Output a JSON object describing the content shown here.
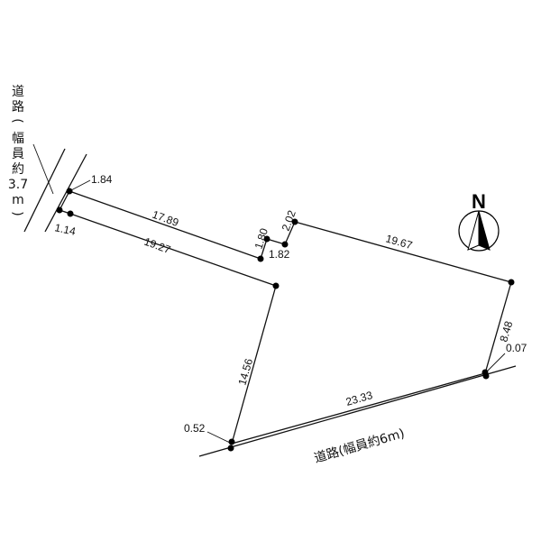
{
  "north_label": "N",
  "roads": {
    "left_chars": [
      "道",
      "路",
      "(",
      "幅",
      "員",
      "約",
      "3.7",
      "m",
      ")"
    ],
    "bottom": "道路(幅員約6m)"
  },
  "dimensions": {
    "top_left_edge": "17.89",
    "lower_left_edge": "19.27",
    "jog_a": "1.80",
    "jog_b": "2.02",
    "jog_c": "1.82",
    "top_right_edge": "19.67",
    "right_edge": "8.48",
    "left_vertical_edge": "14.56",
    "bottom_edge": "23.33",
    "corner_tl": "1.84",
    "corner_left": "1.14",
    "corner_bottom_left": "0.52",
    "corner_bottom_right": "0.07"
  }
}
